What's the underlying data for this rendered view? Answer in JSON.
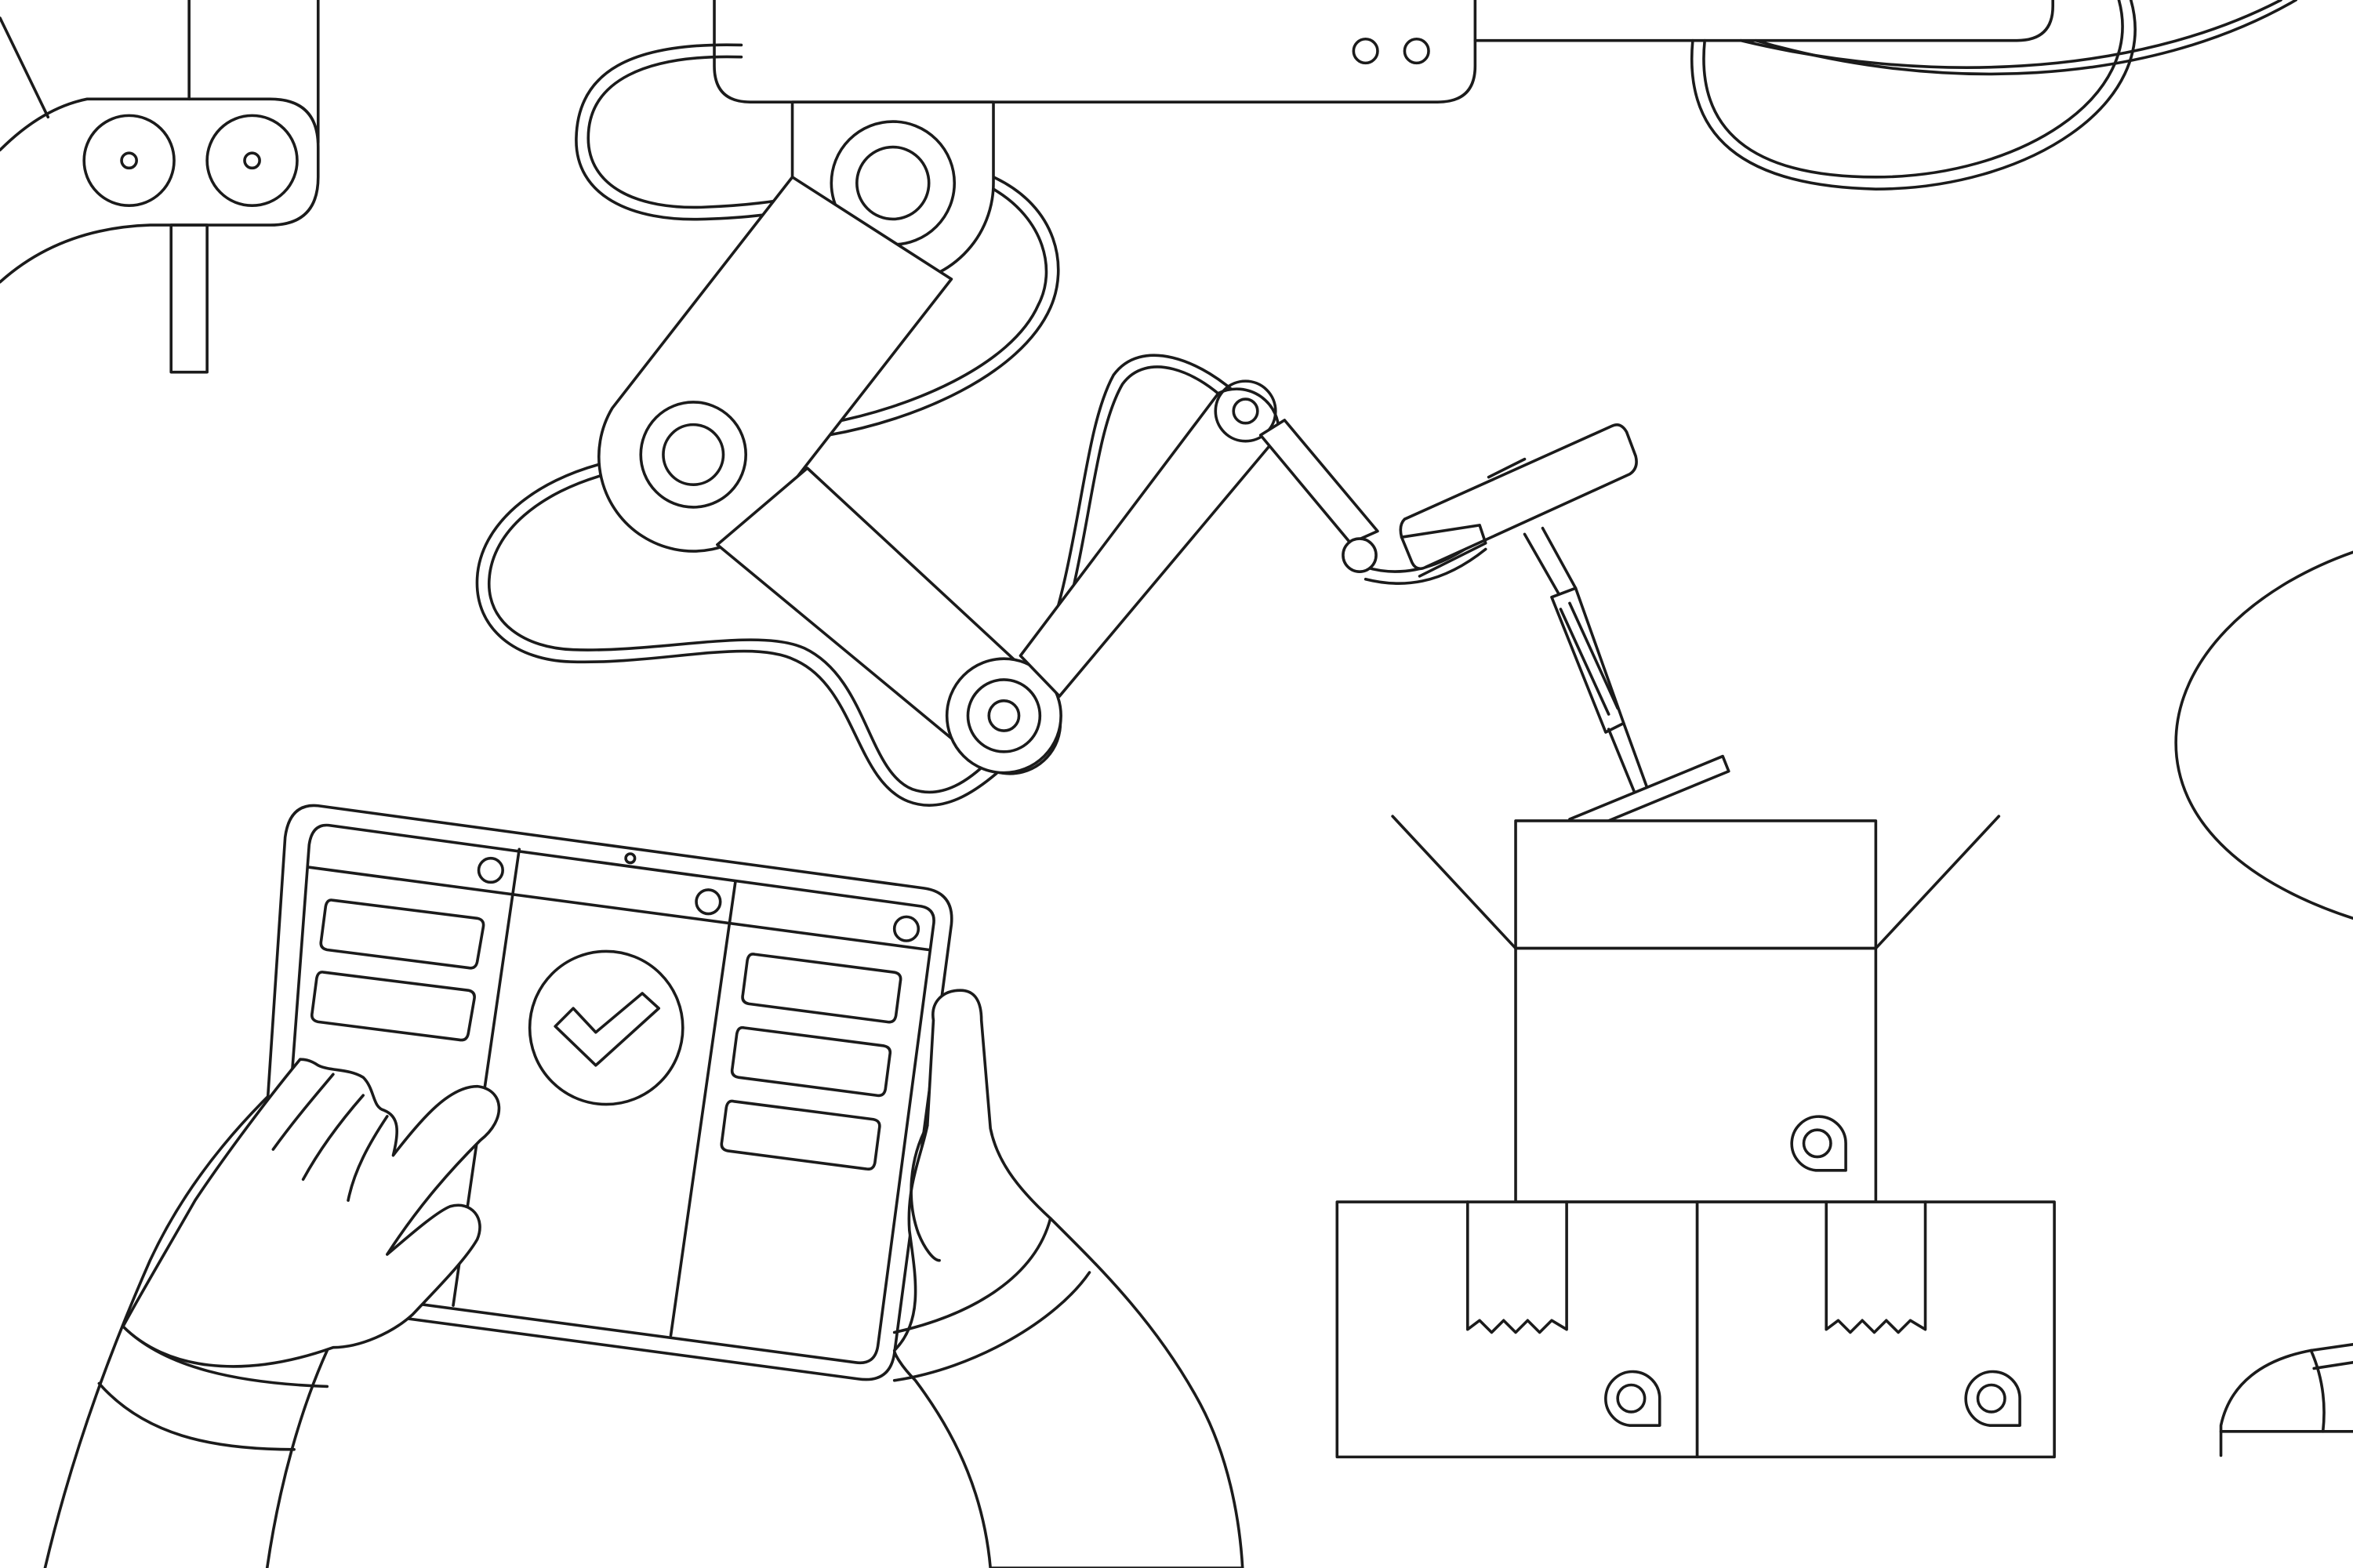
{
  "illustration": {
    "subject": "robotic-arm-packing-boxes",
    "line_color": "#1b1b1b",
    "background_color": "#ffffff",
    "tablet": {
      "left_column_cards": 2,
      "right_column_cards": 3,
      "center_icon": "check-mark-icon"
    },
    "boxes": {
      "stacked_count": 3,
      "open_box_count": 1
    }
  }
}
